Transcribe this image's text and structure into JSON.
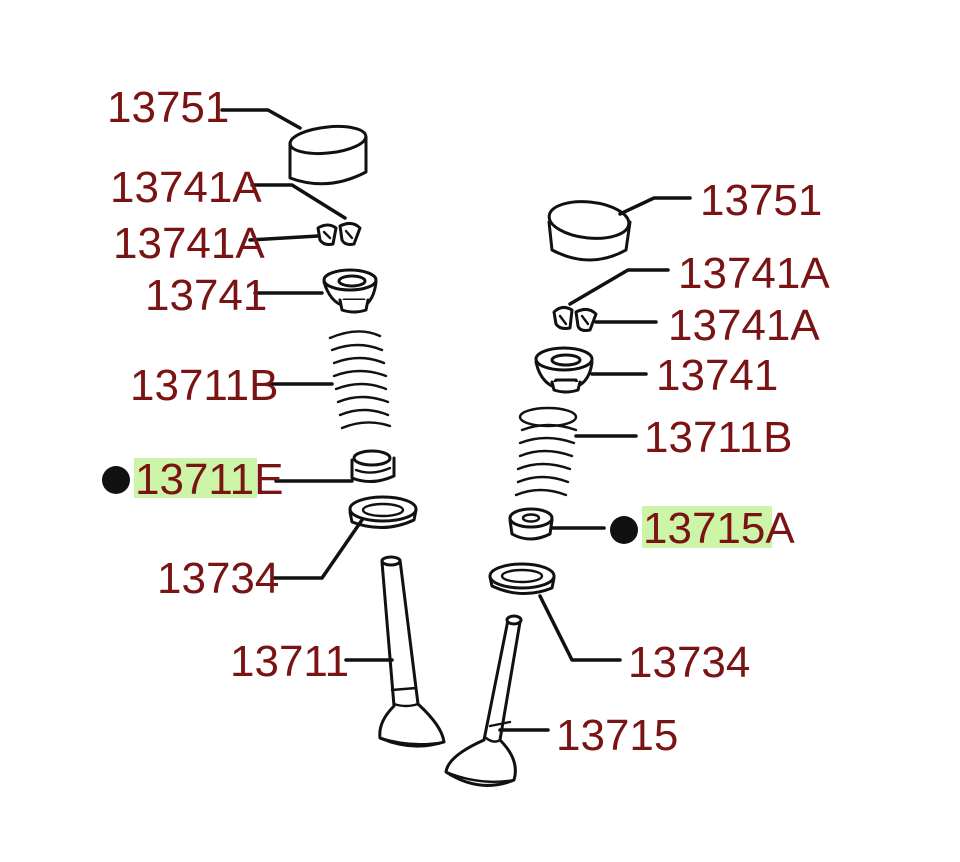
{
  "colors": {
    "label_text": "#7a1414",
    "line_art": "#111111",
    "highlight": "#ccf5a8",
    "background": "#ffffff"
  },
  "left_assembly": {
    "tappet": "13751",
    "retainer_lock_upper": "13741A",
    "retainer_lock_lower": "13741A",
    "retainer": "13741",
    "spring": "13711B",
    "seal": "13711E",
    "seat": "13734",
    "valve": "13711"
  },
  "right_assembly": {
    "tappet": "13751",
    "retainer_lock_upper": "13741A",
    "retainer_lock_lower": "13741A",
    "retainer": "13741",
    "spring": "13711B",
    "seal": "13715A",
    "seat": "13734",
    "valve": "13715"
  }
}
